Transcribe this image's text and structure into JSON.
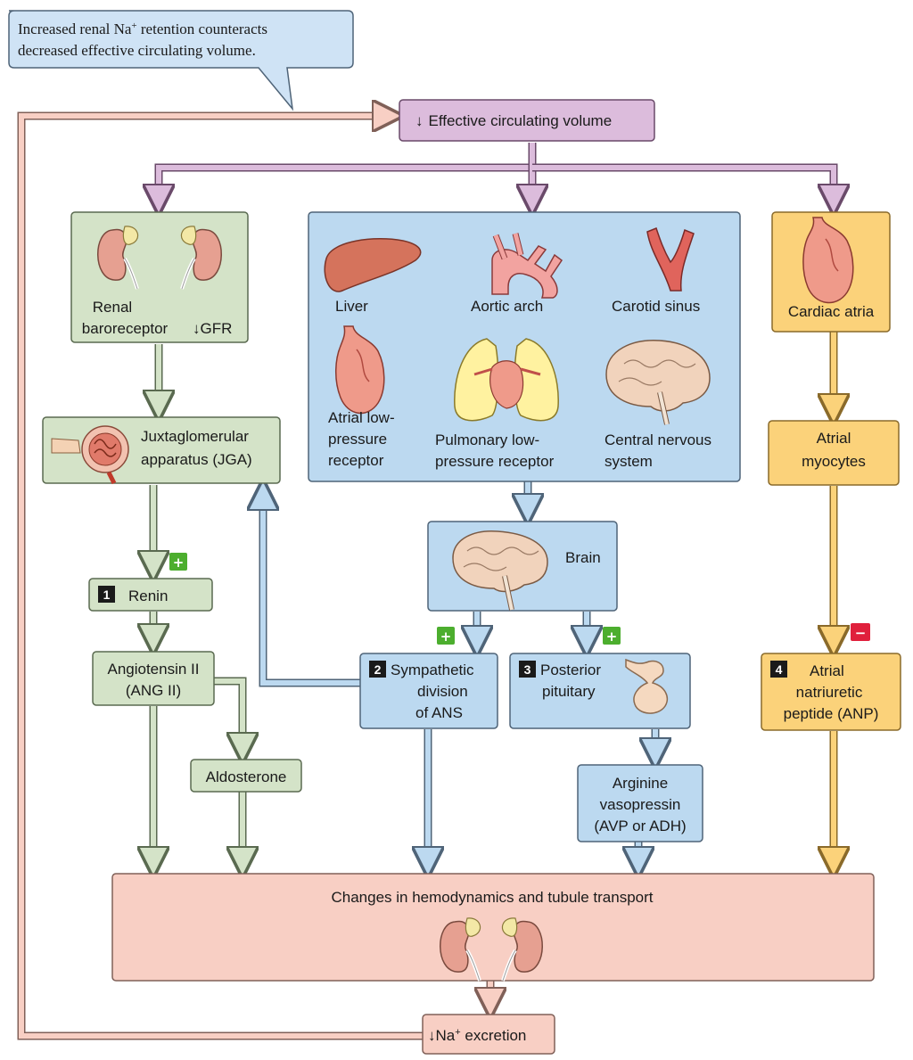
{
  "callout": {
    "line1_prefix": "Increased renal Na",
    "line1_sup": "+",
    "line1_suffix": " retention counteracts",
    "line2": "decreased effective circulating volume."
  },
  "nodes": {
    "effective_volume": {
      "arrow": "↓",
      "text": "Effective circulating volume"
    },
    "renal_baroreceptor": {
      "line1": "Renal",
      "line2": "baroreceptor"
    },
    "gfr": {
      "arrow": "↓",
      "text": "GFR"
    },
    "jga": {
      "line1": "Juxtaglomerular",
      "line2": "apparatus (JGA)"
    },
    "renin": {
      "num": "1",
      "text": "Renin"
    },
    "angiotensin": {
      "line1": "Angiotensin II",
      "line2": "(ANG II)"
    },
    "aldosterone": {
      "text": "Aldosterone"
    },
    "receptors": {
      "liver": "Liver",
      "aortic_arch": "Aortic arch",
      "carotid_sinus": "Carotid sinus",
      "atrial_low": [
        "Atrial low-",
        "pressure",
        "receptor"
      ],
      "pulmonary_low": [
        "Pulmonary low-",
        "pressure receptor"
      ],
      "cns": [
        "Central nervous",
        "system"
      ]
    },
    "brain": {
      "text": "Brain"
    },
    "sympathetic": {
      "num": "2",
      "line1": "Sympathetic",
      "line2": "division",
      "line3": "of ANS"
    },
    "posterior_pituitary": {
      "num": "3",
      "line1": "Posterior",
      "line2": "pituitary"
    },
    "avp": {
      "line1": "Arginine",
      "line2": "vasopressin",
      "line3": "(AVP or ADH)"
    },
    "cardiac_atria": {
      "text": "Cardiac atria"
    },
    "atrial_myocytes": {
      "line1": "Atrial",
      "line2": "myocytes"
    },
    "anp": {
      "num": "4",
      "line1": "Atrial",
      "line2": "natriuretic",
      "line3": "peptide (ANP)"
    },
    "changes": {
      "text": "Changes in hemodynamics and tubule transport"
    },
    "na_excretion": {
      "arrow": "↓",
      "prefix": "Na",
      "sup": "+",
      "suffix": " excretion"
    }
  },
  "signs": {
    "plus": "+",
    "minus": "−"
  },
  "colors": {
    "purple": "#dcbcdc",
    "green": "#d4e3c8",
    "blue": "#bcd9f0",
    "orange": "#fbd27a",
    "pink": "#f8cfc4",
    "plus": "#4cae2e",
    "minus": "#e0203c"
  },
  "icons": [
    "kidney-icon",
    "juxtaglomerular-icon",
    "liver-icon",
    "aortic-arch-icon",
    "carotid-sinus-icon",
    "heart-icon",
    "lungs-icon",
    "brain-icon",
    "pituitary-icon"
  ]
}
